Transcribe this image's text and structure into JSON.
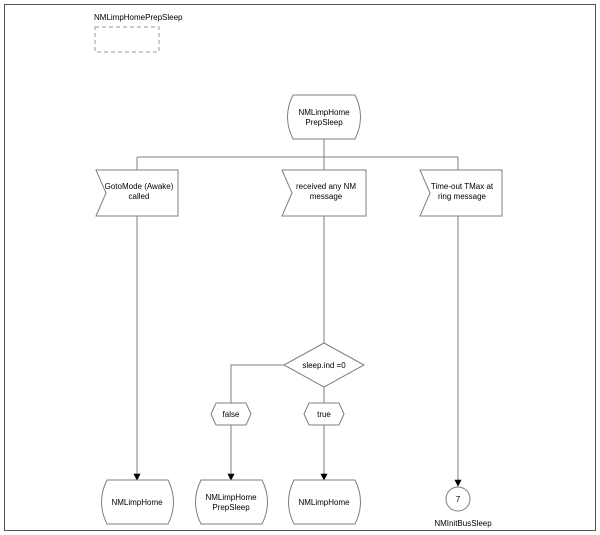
{
  "diagram": {
    "title": "NMLimpHomePrepSleep",
    "start_state": [
      "NMLimpHome",
      "PrepSleep"
    ],
    "inputs": [
      [
        "GotoMode (Awake)",
        "called"
      ],
      [
        "received any NM",
        "message"
      ],
      [
        "Time-out TMax at",
        "ring message"
      ]
    ],
    "decision": "sleep.ind =0",
    "labels": {
      "false": "false",
      "true": "true"
    },
    "next_states": [
      [
        "NMLimpHome"
      ],
      [
        "NMLimpHome",
        "PrepSleep"
      ],
      [
        "NMLimpHome"
      ]
    ],
    "connector": {
      "number": "7",
      "label": "NMInitBusSleep"
    }
  }
}
